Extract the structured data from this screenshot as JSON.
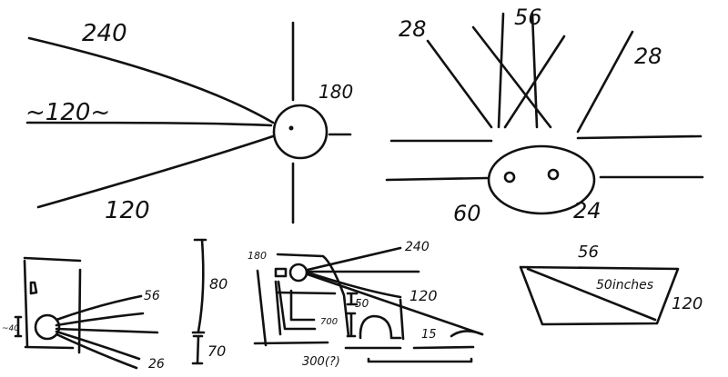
{
  "sketch1": {
    "top_label": "240",
    "middle_label": "~120~",
    "bottom_label": "120",
    "head_label": "180"
  },
  "sketch2": {
    "left_label": "28",
    "center_label": "56",
    "right_label": "28",
    "bottom_left_label": "60",
    "bottom_right_label": "24"
  },
  "sketch3": {
    "small_label": "~40",
    "upper_label": "56",
    "lower_label": "26",
    "height_upper": "80",
    "height_lower": "70"
  },
  "sketch4": {
    "height_label": "180",
    "top_label": "240",
    "mid_label": "120",
    "gap_label": "50",
    "seat_label": "700",
    "hood_label": "15",
    "length_label": "300(?)"
  },
  "sketch5": {
    "top_label": "56",
    "diagonal_label": "50inches",
    "side_label": "120"
  }
}
